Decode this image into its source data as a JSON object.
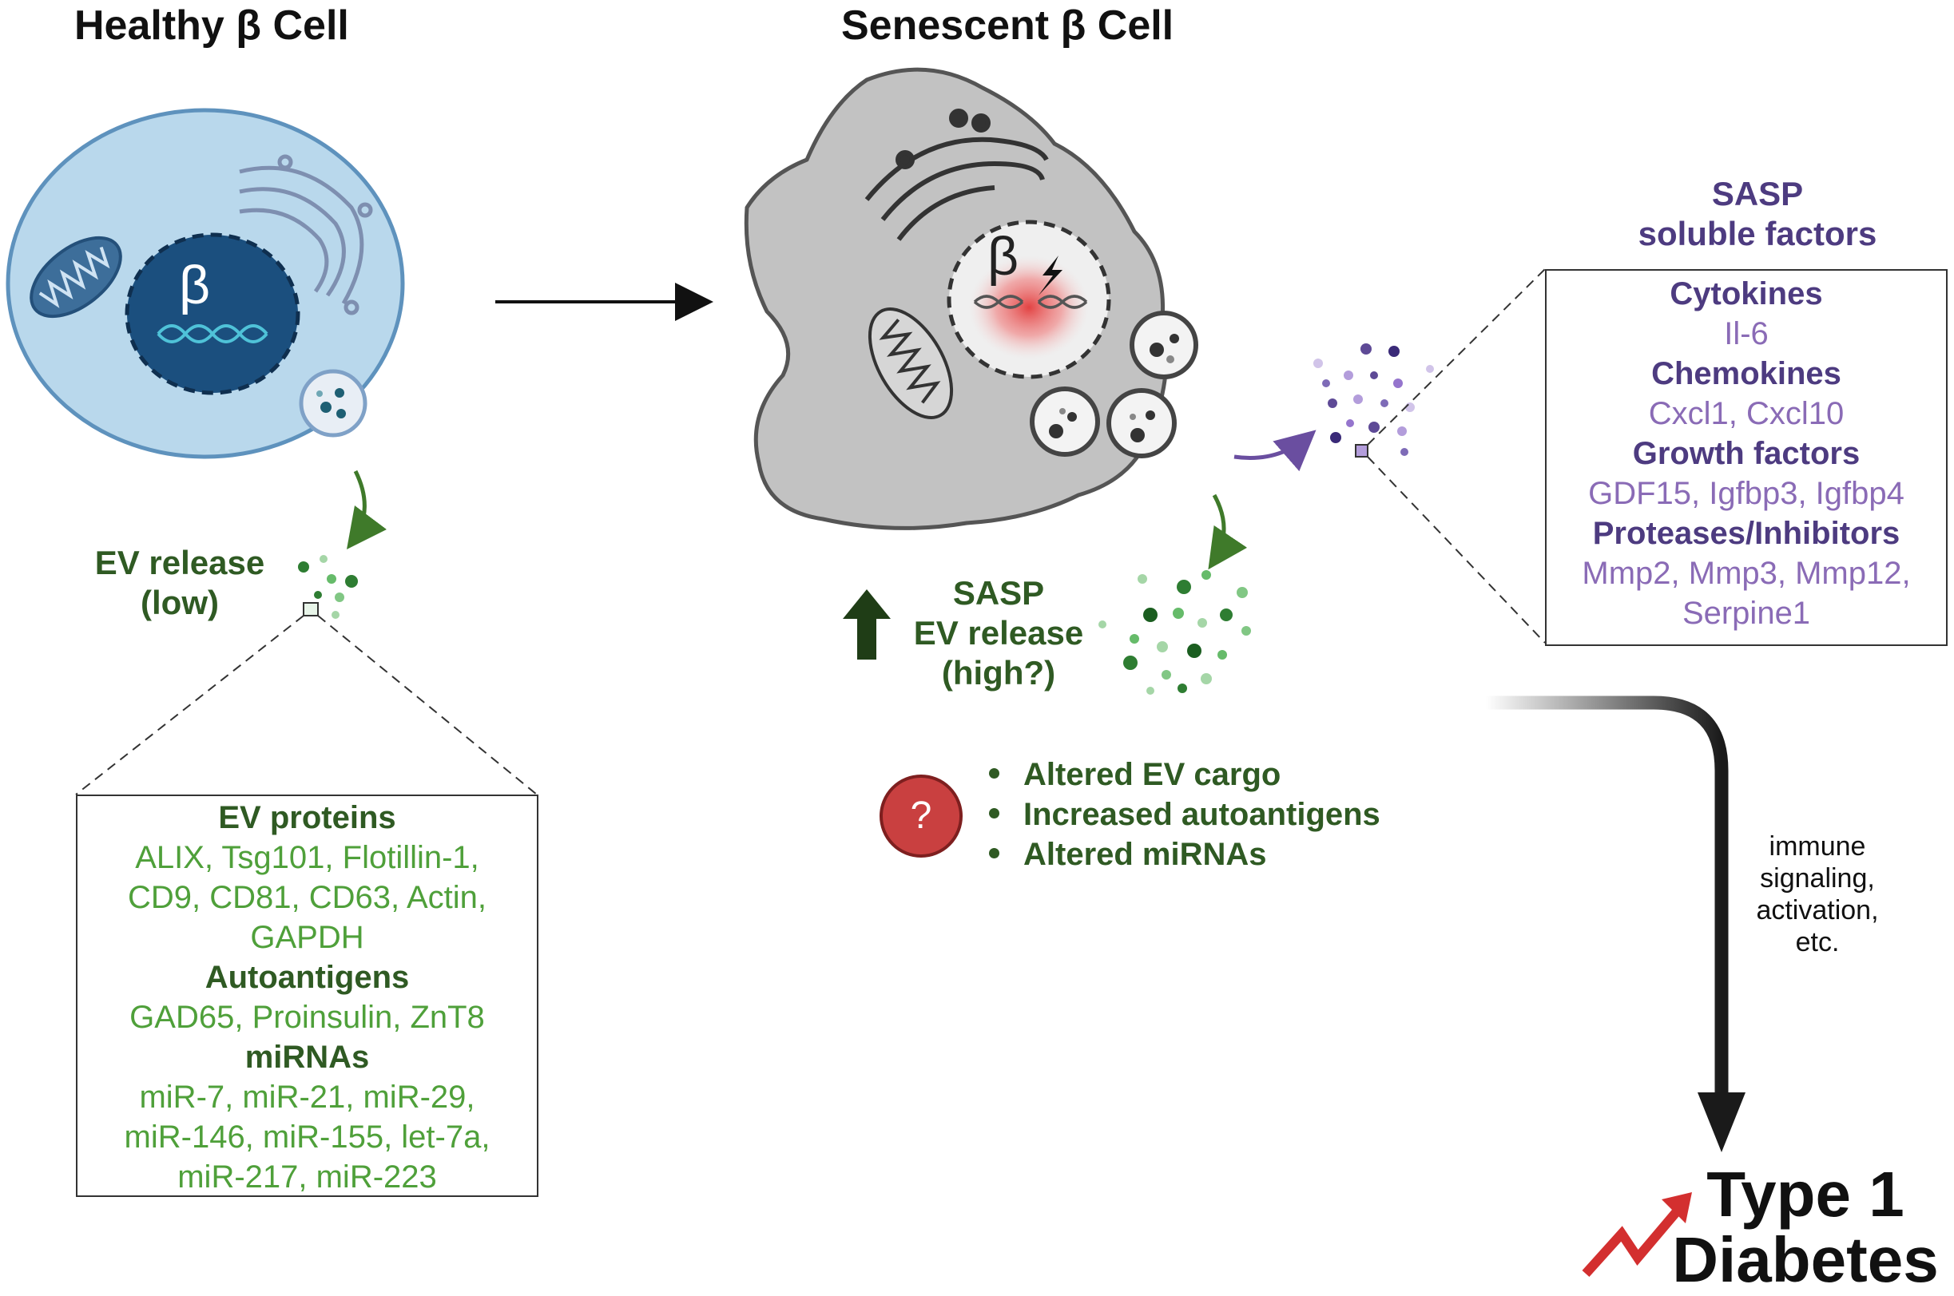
{
  "titles": {
    "healthy": "Healthy β Cell",
    "senescent": "Senescent β Cell"
  },
  "cell_labels": {
    "healthy_beta": "β",
    "senescent_beta": "β"
  },
  "ev_release_low": {
    "line1": "EV release",
    "line2": "(low)"
  },
  "ev_release_high": {
    "line1": "SASP",
    "line2": "EV release",
    "line3": "(high?)"
  },
  "ev_box": {
    "heading1": "EV proteins",
    "text1": [
      "ALIX, Tsg101, Flotillin-1,",
      "CD9, CD81, CD63, Actin,",
      "GAPDH"
    ],
    "heading2": "Autoantigens",
    "text2": [
      "GAD65, Proinsulin, ZnT8"
    ],
    "heading3": "miRNAs",
    "text3": [
      "miR-7, miR-21, miR-29,",
      "miR-146, miR-155, let-7a,",
      "miR-217, miR-223"
    ]
  },
  "sasp": {
    "title1": "SASP",
    "title2": "soluble factors",
    "heading1": "Cytokines",
    "text1": [
      "Il-6"
    ],
    "heading2": "Chemokines",
    "text2": [
      "Cxcl1, Cxcl10"
    ],
    "heading3": "Growth factors",
    "text3": [
      "GDF15, Igfbp3, Igfbp4"
    ],
    "heading4": "Proteases/Inhibitors",
    "text4": [
      "Mmp2, Mmp3, Mmp12,",
      "Serpine1"
    ]
  },
  "question": {
    "symbol": "?",
    "bullets": [
      "Altered EV cargo",
      "Increased autoantigens",
      "Altered miRNAs"
    ]
  },
  "immune": {
    "lines": [
      "immune",
      "signaling,",
      "activation,",
      "etc."
    ]
  },
  "outcome": {
    "line1": "Type 1",
    "line2": "Diabetes"
  },
  "colors": {
    "green_dark": "#2f5a23",
    "green_light": "#4fa03a",
    "purple_dark": "#4d3b80",
    "purple_light": "#8a6bb6",
    "healthy_cell": "#b9d8ec",
    "nucleus": "#1b4f7e",
    "senescent_cell": "#c2c2c2",
    "damage_red": "#e23a3a"
  }
}
